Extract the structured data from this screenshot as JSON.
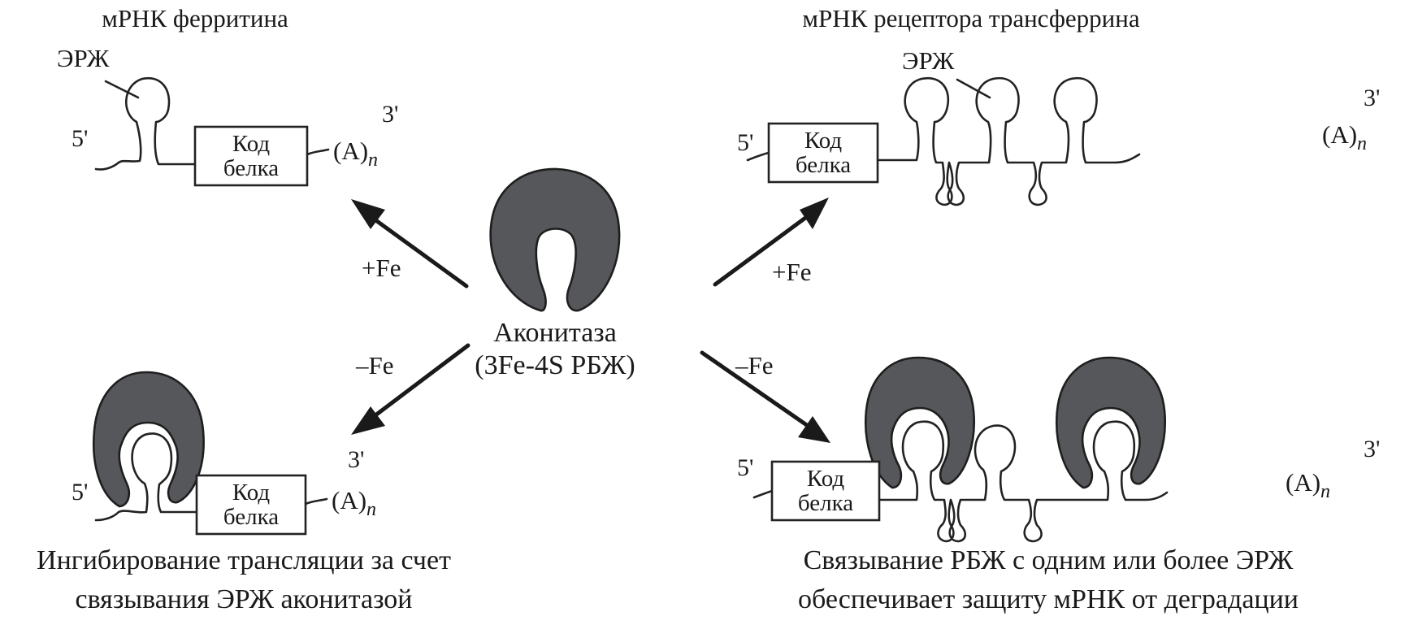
{
  "diagram": {
    "top_left": {
      "title": "мРНК ферритина",
      "ire_label": "ЭРЖ",
      "five_prime": "5'",
      "three_prime": "3'",
      "box_line1": "Код",
      "box_line2": "белка",
      "polya": "(A)",
      "polya_sub": "n"
    },
    "top_right": {
      "title": "мРНК рецептора трансферрина",
      "ire_label": "ЭРЖ",
      "five_prime": "5'",
      "three_prime": "3'",
      "box_line1": "Код",
      "box_line2": "белка",
      "polya": "(A)",
      "polya_sub": "n"
    },
    "center": {
      "name": "Аконитаза",
      "detail": "(3Fe-4S РБЖ)"
    },
    "arrows": {
      "up_left": "+Fe",
      "up_right": "+Fe",
      "down_left": "–Fe",
      "down_right": "–Fe"
    },
    "bottom_left": {
      "five_prime": "5'",
      "three_prime": "3'",
      "box_line1": "Код",
      "box_line2": "белка",
      "polya": "(A)",
      "polya_sub": "n",
      "caption_line1": "Ингибирование трансляции за счет",
      "caption_line2": "связывания ЭРЖ аконитазой"
    },
    "bottom_right": {
      "five_prime": "5'",
      "three_prime": "3'",
      "box_line1": "Код",
      "box_line2": "белка",
      "polya": "(A)",
      "polya_sub": "n",
      "caption_line1": "Связывание РБЖ с одним или более ЭРЖ",
      "caption_line2": "обеспечивает защиту мРНК от деградации"
    },
    "colors": {
      "protein_fill": "#55575a",
      "line": "#222222"
    }
  }
}
